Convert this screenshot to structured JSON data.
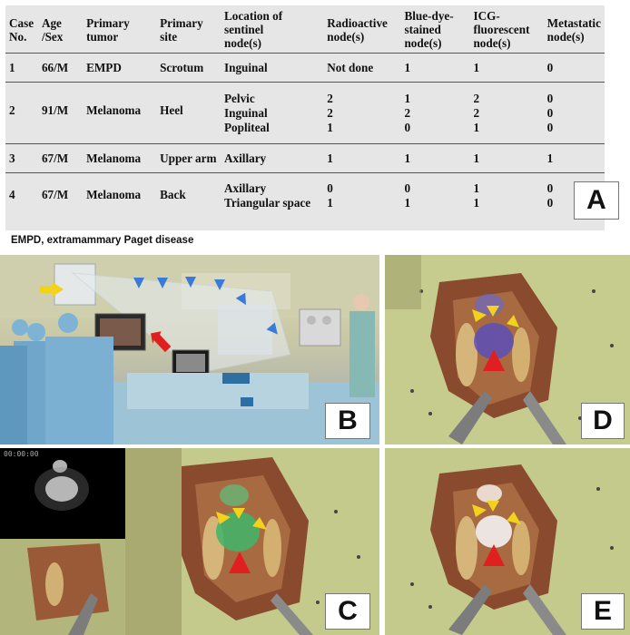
{
  "table": {
    "headers": [
      [
        "Case",
        "No."
      ],
      [
        "Age",
        "/Sex"
      ],
      [
        "Primary",
        "tumor"
      ],
      [
        "Primary",
        "site"
      ],
      [
        "Location of",
        "sentinel",
        "node(s)"
      ],
      [
        "Radioactive",
        "node(s)"
      ],
      [
        "Blue-dye-",
        "stained",
        "node(s)"
      ],
      [
        "ICG-",
        "fluorescent",
        "node(s)"
      ],
      [
        "Metastatic",
        "node(s)"
      ]
    ],
    "rows": [
      {
        "case": "1",
        "age": "66/M",
        "tumor": "EMPD",
        "site": "Scrotum",
        "location": [
          "Inguinal"
        ],
        "radio": [
          "Not done"
        ],
        "blue": [
          "1"
        ],
        "icg": [
          "1"
        ],
        "meta": [
          "0"
        ]
      },
      {
        "case": "2",
        "age": "91/M",
        "tumor": "Melanoma",
        "site": "Heel",
        "location": [
          "Pelvic",
          "Inguinal",
          "Popliteal"
        ],
        "radio": [
          "2",
          "2",
          "1"
        ],
        "blue": [
          "1",
          "2",
          "0"
        ],
        "icg": [
          "2",
          "2",
          "1"
        ],
        "meta": [
          "0",
          "0",
          "0"
        ]
      },
      {
        "case": "3",
        "age": "67/M",
        "tumor": "Melanoma",
        "site": "Upper arm",
        "location": [
          "Axillary"
        ],
        "radio": [
          "1"
        ],
        "blue": [
          "1"
        ],
        "icg": [
          "1"
        ],
        "meta": [
          "1"
        ]
      },
      {
        "case": "4",
        "age": "67/M",
        "tumor": "Melanoma",
        "site": "Back",
        "location": [
          "Axillary",
          "Triangular space"
        ],
        "radio": [
          "0",
          "1"
        ],
        "blue": [
          "0",
          "1"
        ],
        "icg": [
          "1",
          "1"
        ],
        "meta": [
          "0",
          "0"
        ]
      }
    ]
  },
  "footnote": "EMPD, extramammary Paget disease",
  "panels": {
    "a": "A",
    "b": "B",
    "c": "C",
    "d": "D",
    "e": "E",
    "timestamp": "00:00:00"
  },
  "colors": {
    "yellow_arrow": "#f2d21c",
    "red_arrow": "#e02020",
    "blue_arrow": "#3b7bd8"
  }
}
